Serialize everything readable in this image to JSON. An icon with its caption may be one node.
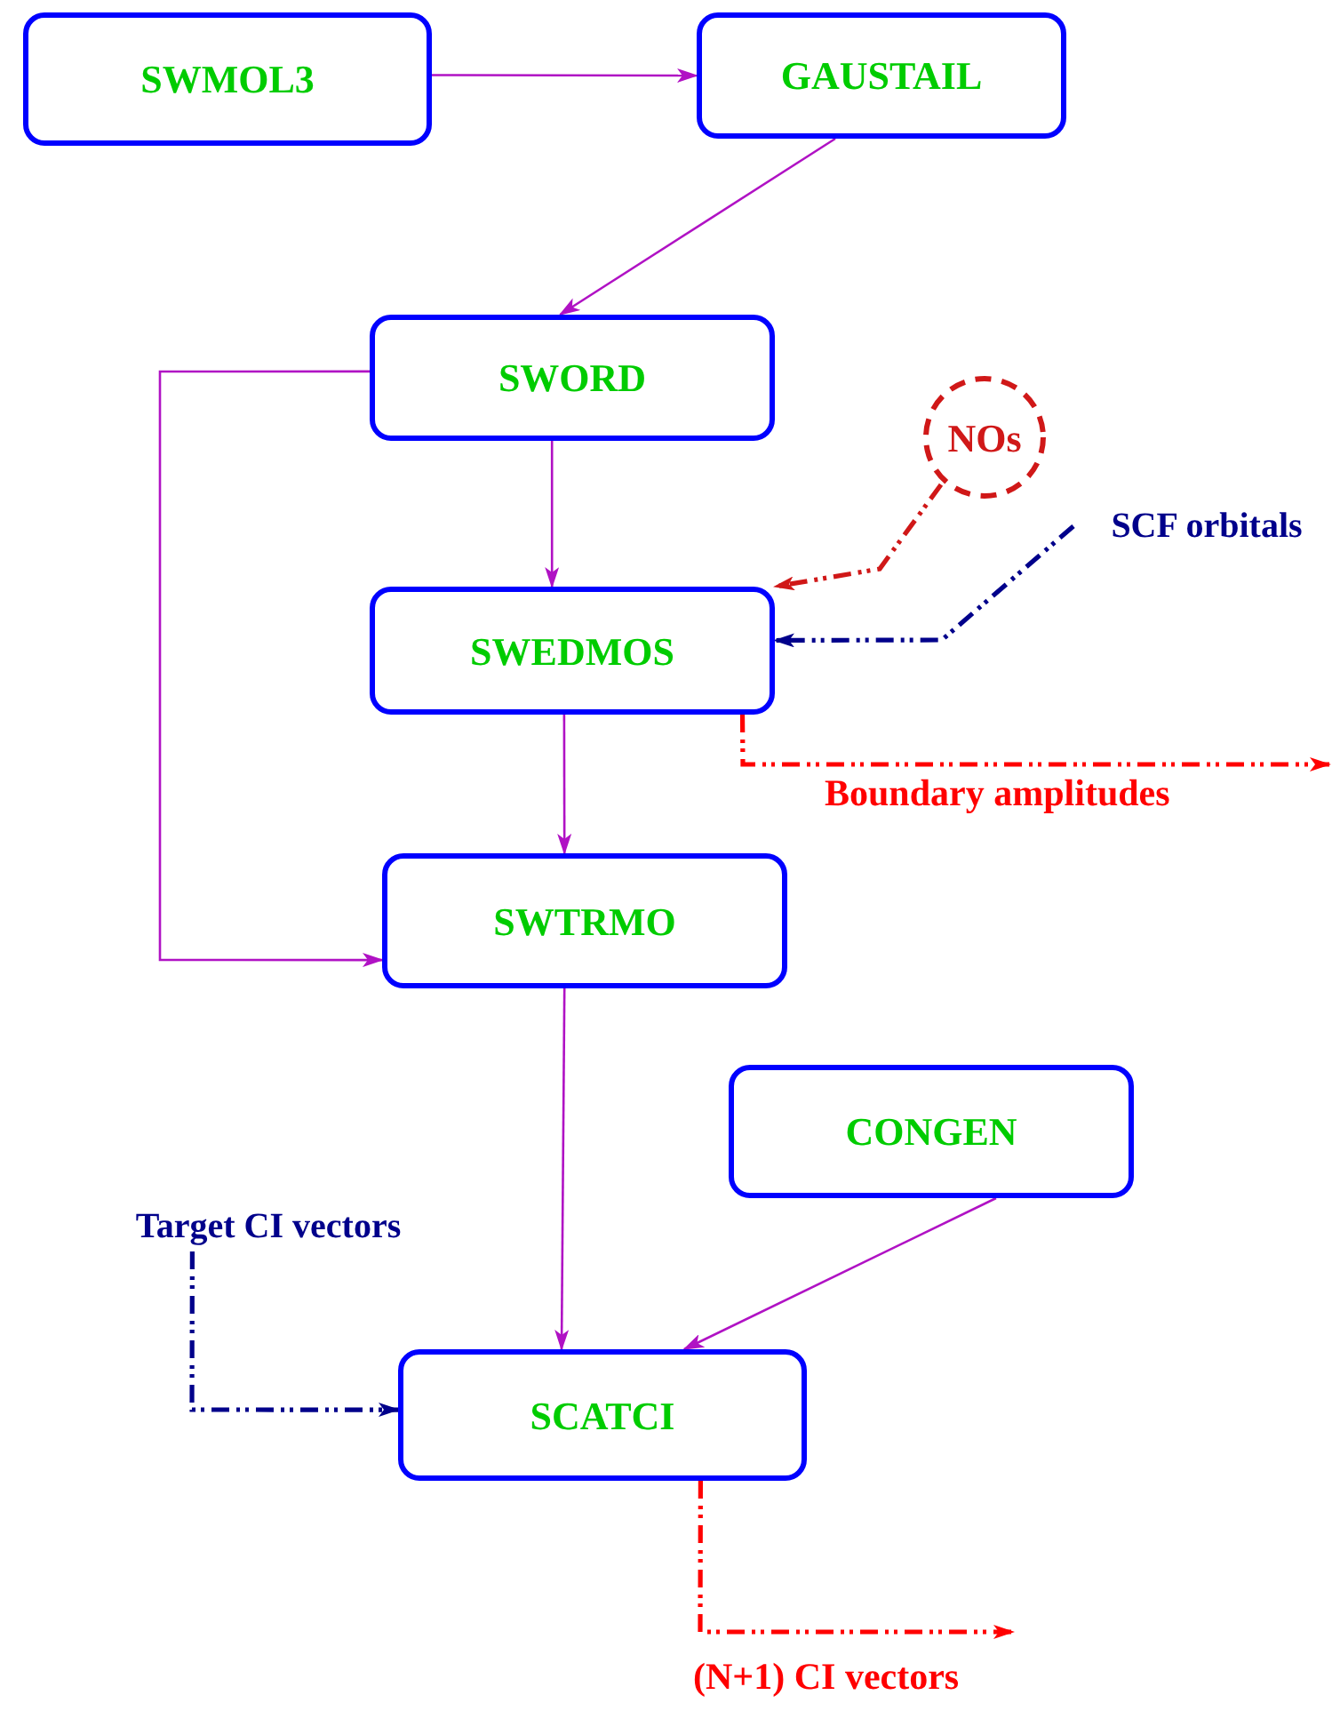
{
  "diagram": {
    "nodes": [
      {
        "text": [
          "SWMOL3"
        ]
      },
      {
        "text": [
          "GAUSTAIL"
        ]
      },
      {
        "text": [
          "SWORD"
        ]
      },
      {
        "text": [
          "SWEDMOS"
        ]
      },
      {
        "text": [
          "SWTRMO"
        ]
      },
      {
        "text": [
          "CONGEN"
        ]
      },
      {
        "text": [
          "SCATCI"
        ]
      },
      {
        "text": [
          "NOs"
        ]
      },
      {
        "text": [
          "SCF orbitals"
        ]
      },
      {
        "text": [
          "Target CI vectors"
        ]
      }
    ],
    "edges": [
      {
        "from": 0,
        "to": 1,
        "arrow": "to"
      },
      {
        "from": 1,
        "to": 2,
        "arrow": "to"
      },
      {
        "from": 2,
        "to": 3,
        "arrow": "to"
      },
      {
        "from": 2,
        "to": 4,
        "arrow": "to"
      },
      {
        "from": 3,
        "to": 4,
        "arrow": "to"
      },
      {
        "from": 4,
        "to": 6,
        "arrow": "to"
      },
      {
        "from": 5,
        "to": 6,
        "arrow": "to"
      },
      {
        "from": 7,
        "to": 3,
        "arrow": "to",
        "style": "dashed",
        "color": "#d01818"
      },
      {
        "from": 8,
        "to": 3,
        "arrow": "to",
        "style": "dashed",
        "color": "#00008b"
      },
      {
        "from": 3,
        "to": null,
        "arrow": "to",
        "style": "dashed",
        "color": "#ff0000",
        "label": "Boundary amplitudes"
      },
      {
        "from": 9,
        "to": 6,
        "arrow": "to",
        "style": "dashed",
        "color": "#00008b"
      },
      {
        "from": 6,
        "to": null,
        "arrow": "to",
        "style": "dashed",
        "color": "#ff0000",
        "label": "(N+1) CI vectors"
      }
    ]
  }
}
